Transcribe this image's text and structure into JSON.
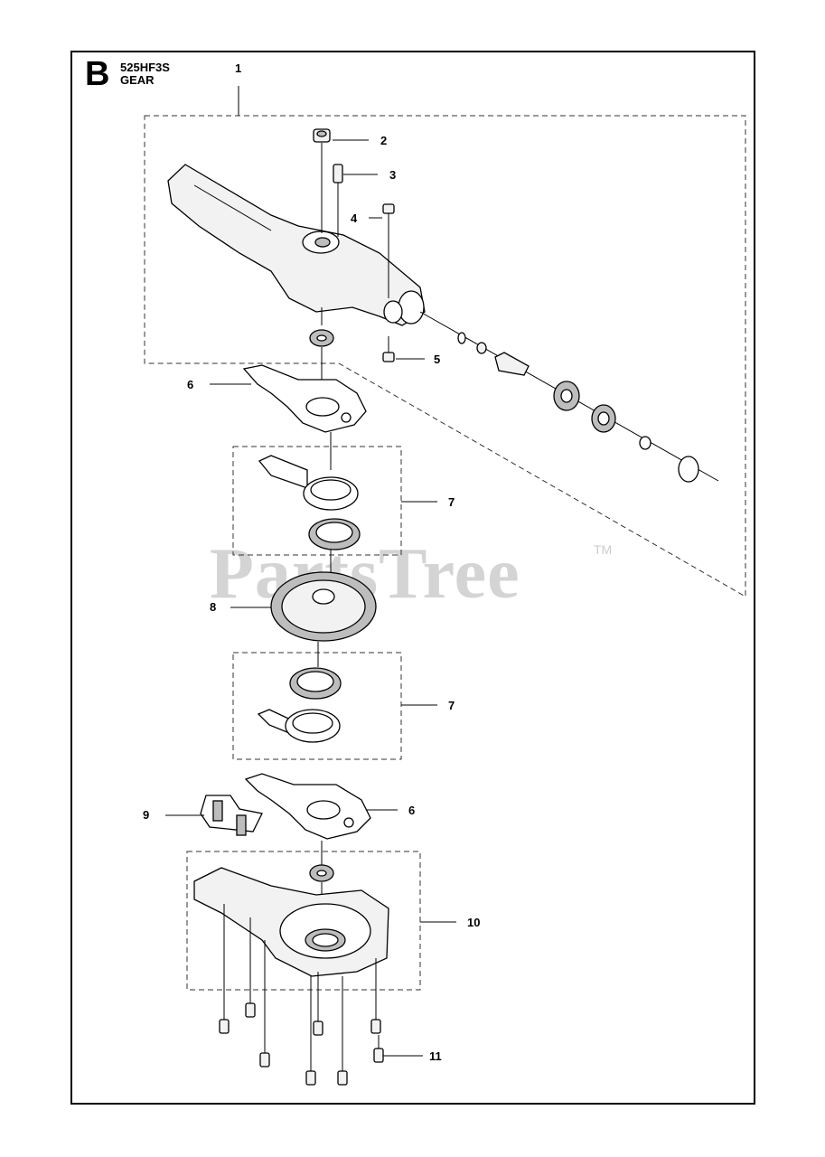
{
  "header": {
    "section_letter": "B",
    "model": "525HF3S",
    "section_name": "GEAR"
  },
  "watermark": {
    "text": "PartsTree",
    "trademark": "TM"
  },
  "callouts": [
    {
      "id": "1",
      "label": "1"
    },
    {
      "id": "2",
      "label": "2"
    },
    {
      "id": "3",
      "label": "3"
    },
    {
      "id": "4",
      "label": "4"
    },
    {
      "id": "5",
      "label": "5"
    },
    {
      "id": "6a",
      "label": "6"
    },
    {
      "id": "7a",
      "label": "7"
    },
    {
      "id": "8",
      "label": "8"
    },
    {
      "id": "7b",
      "label": "7"
    },
    {
      "id": "9",
      "label": "9"
    },
    {
      "id": "6b",
      "label": "6"
    },
    {
      "id": "10",
      "label": "10"
    },
    {
      "id": "11",
      "label": "11"
    }
  ]
}
